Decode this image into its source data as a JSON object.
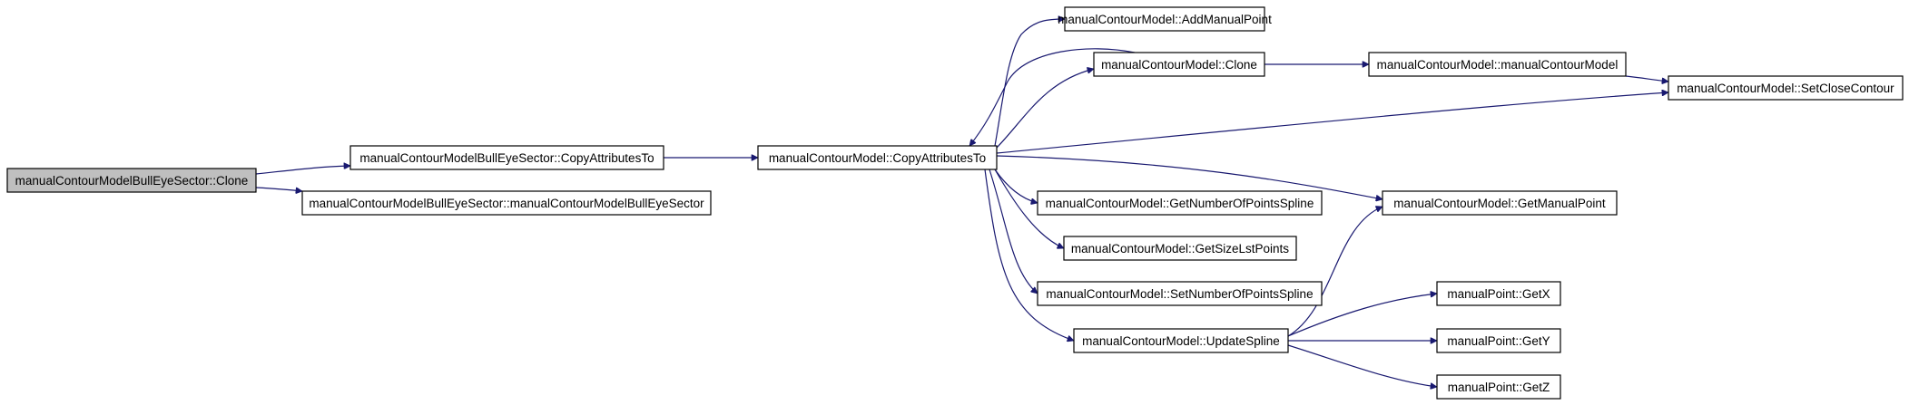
{
  "graph": {
    "nodes": [
      {
        "id": "root",
        "label": "manualContourModelBullEyeSector::Clone",
        "highlighted": true
      },
      {
        "id": "bes_copy",
        "label": "manualContourModelBullEyeSector::CopyAttributesTo"
      },
      {
        "id": "bes_ctor",
        "label": "manualContourModelBullEyeSector::manualContourModelBullEyeSector"
      },
      {
        "id": "mcm_copy",
        "label": "manualContourModel::CopyAttributesTo"
      },
      {
        "id": "add_mp",
        "label": "manualContourModel::AddManualPoint"
      },
      {
        "id": "mcm_clone",
        "label": "manualContourModel::Clone"
      },
      {
        "id": "mcm_ctor",
        "label": "manualContourModel::manualContourModel"
      },
      {
        "id": "set_close",
        "label": "manualContourModel::SetCloseContour"
      },
      {
        "id": "get_mp",
        "label": "manualContourModel::GetManualPoint"
      },
      {
        "id": "get_nps",
        "label": "manualContourModel::GetNumberOfPointsSpline"
      },
      {
        "id": "get_size",
        "label": "manualContourModel::GetSizeLstPoints"
      },
      {
        "id": "set_nps",
        "label": "manualContourModel::SetNumberOfPointsSpline"
      },
      {
        "id": "update",
        "label": "manualContourModel::UpdateSpline"
      },
      {
        "id": "getx",
        "label": "manualPoint::GetX"
      },
      {
        "id": "gety",
        "label": "manualPoint::GetY"
      },
      {
        "id": "getz",
        "label": "manualPoint::GetZ"
      }
    ],
    "edges": [
      {
        "from": "root",
        "to": "bes_copy"
      },
      {
        "from": "root",
        "to": "bes_ctor"
      },
      {
        "from": "bes_copy",
        "to": "mcm_copy"
      },
      {
        "from": "mcm_copy",
        "to": "add_mp"
      },
      {
        "from": "mcm_copy",
        "to": "mcm_clone"
      },
      {
        "from": "mcm_clone",
        "to": "mcm_copy"
      },
      {
        "from": "mcm_clone",
        "to": "mcm_ctor"
      },
      {
        "from": "mcm_ctor",
        "to": "set_close"
      },
      {
        "from": "mcm_copy",
        "to": "set_close"
      },
      {
        "from": "mcm_copy",
        "to": "get_mp"
      },
      {
        "from": "mcm_copy",
        "to": "get_nps"
      },
      {
        "from": "mcm_copy",
        "to": "get_size"
      },
      {
        "from": "mcm_copy",
        "to": "set_nps"
      },
      {
        "from": "mcm_copy",
        "to": "update"
      },
      {
        "from": "update",
        "to": "get_mp"
      },
      {
        "from": "update",
        "to": "getx"
      },
      {
        "from": "update",
        "to": "gety"
      },
      {
        "from": "update",
        "to": "getz"
      }
    ],
    "colors": {
      "edge": "#191970",
      "root_fill": "#bfbfbf",
      "node_fill": "#ffffff",
      "border": "#000000"
    }
  }
}
